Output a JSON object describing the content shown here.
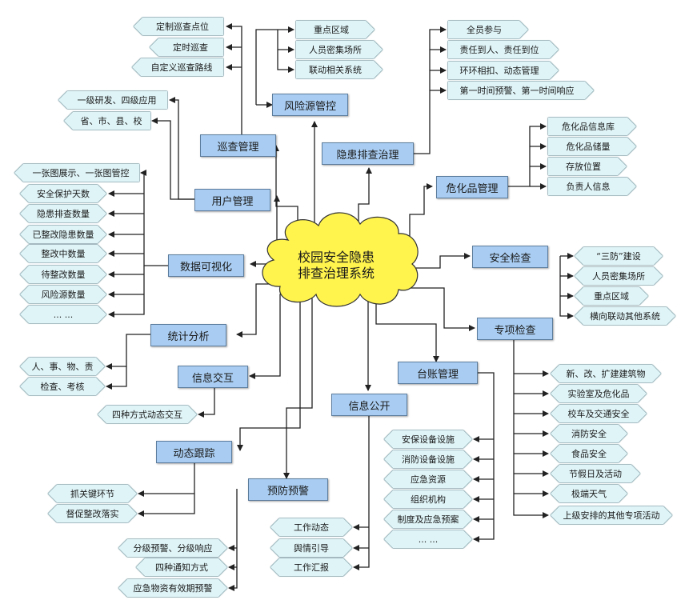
{
  "center": {
    "line1": "校园安全隐患",
    "line2": "排查治理系统"
  },
  "modules": {
    "xuncha": "巡查管理",
    "fengxian": "风险源管控",
    "yinhuan": "隐患排查治理",
    "weihua": "危化品管理",
    "yonghu": "用户管理",
    "shuju": "数据可视化",
    "anquan": "安全检查",
    "zhuanxiang": "专项检查",
    "tongji": "统计分析",
    "xinxijh": "信息交互",
    "taizhang": "台账管理",
    "xinxigk": "信息公开",
    "dongtai": "动态跟踪",
    "yufang": "预防预警"
  },
  "leaves": {
    "xuncha": [
      "定制巡查点位",
      "定时巡查",
      "自定义巡查路线"
    ],
    "fengxian": [
      "重点区域",
      "人员密集场所",
      "联动相关系统"
    ],
    "yinhuan": [
      "全员参与",
      "责任到人、责任到位",
      "环环相扣、动态管理",
      "第一时间预警、第一时间响应"
    ],
    "weihua": [
      "危化品信息库",
      "危化品储量",
      "存放位置",
      "负责人信息"
    ],
    "yonghu": [
      "一级研发、四级应用",
      "省、市、县、校"
    ],
    "shuju": [
      "一张图展示、一张图管控",
      "安全保护天数",
      "隐患排查数量",
      "已整改隐患数量",
      "整改中数量",
      "待整改数量",
      "风险源数量",
      "... ..."
    ],
    "anquan": [
      "“三防”建设",
      "人员密集场所",
      "重点区域",
      "横向联动其他系统"
    ],
    "zhuanxiang": [
      "新、改、扩建建筑物",
      "实验室及危化品",
      "校车及交通安全",
      "消防安全",
      "食品安全",
      "节假日及活动",
      "极端天气",
      "上级安排的其他专项活动"
    ],
    "tongji": [
      "人、事、物、责",
      "检查、考核"
    ],
    "xinxijh": [
      "四种方式动态交互"
    ],
    "taizhang": [
      "安保设备设施",
      "消防设备设施",
      "应急资源",
      "组织机构",
      "制度及应急预案",
      "... ..."
    ],
    "xinxigk": [
      "工作动态",
      "舆情引导",
      "工作汇报"
    ],
    "dongtai": [
      "抓关键环节",
      "督促整改落实"
    ],
    "yufang": [
      "分级预警、分级响应",
      "四种通知方式",
      "应急物资有效期预警"
    ]
  },
  "colors": {
    "module_fill": "#a9cdf2",
    "leaf_fill": "#dff4f7",
    "cloud_fill": "#fff34d",
    "line": "#222222"
  }
}
